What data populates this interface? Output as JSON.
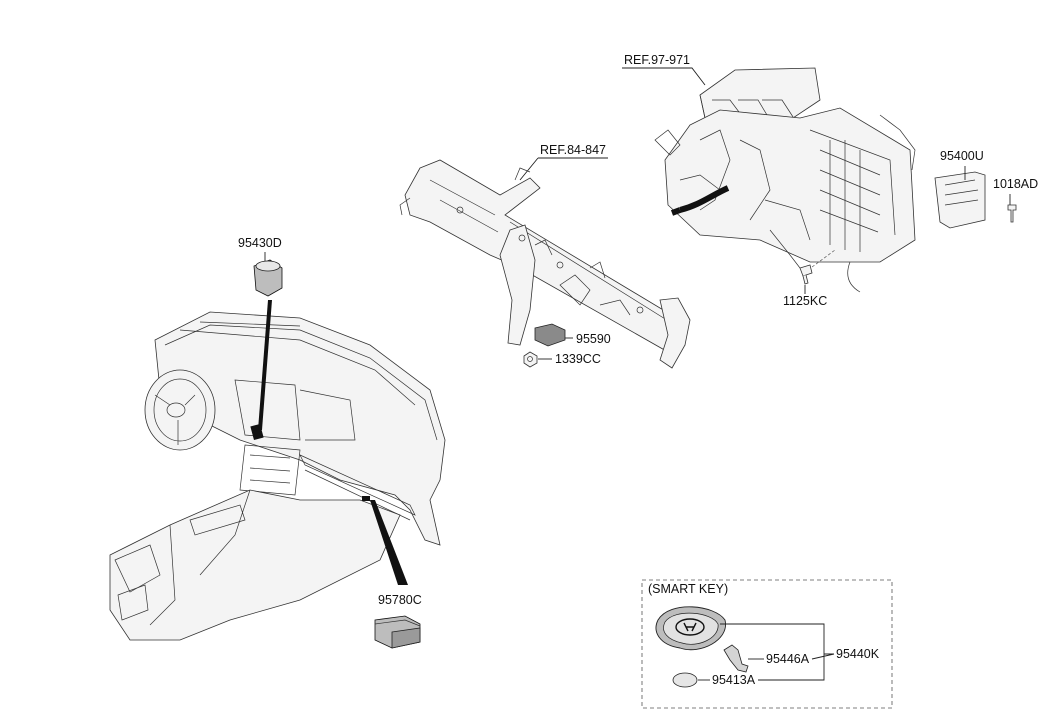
{
  "labels": {
    "ref_hvac": "REF.97-971",
    "ref_cowl": "REF.84-847",
    "p95400U": "95400U",
    "p1018AD": "1018AD",
    "p1125KC": "1125KC",
    "p95430D": "95430D",
    "p95590": "95590",
    "p1339CC": "1339CC",
    "p95780C": "95780C",
    "smart_key": "(SMART KEY)",
    "p95440K": "95440K",
    "p95446A": "95446A",
    "p95413A": "95413A"
  }
}
